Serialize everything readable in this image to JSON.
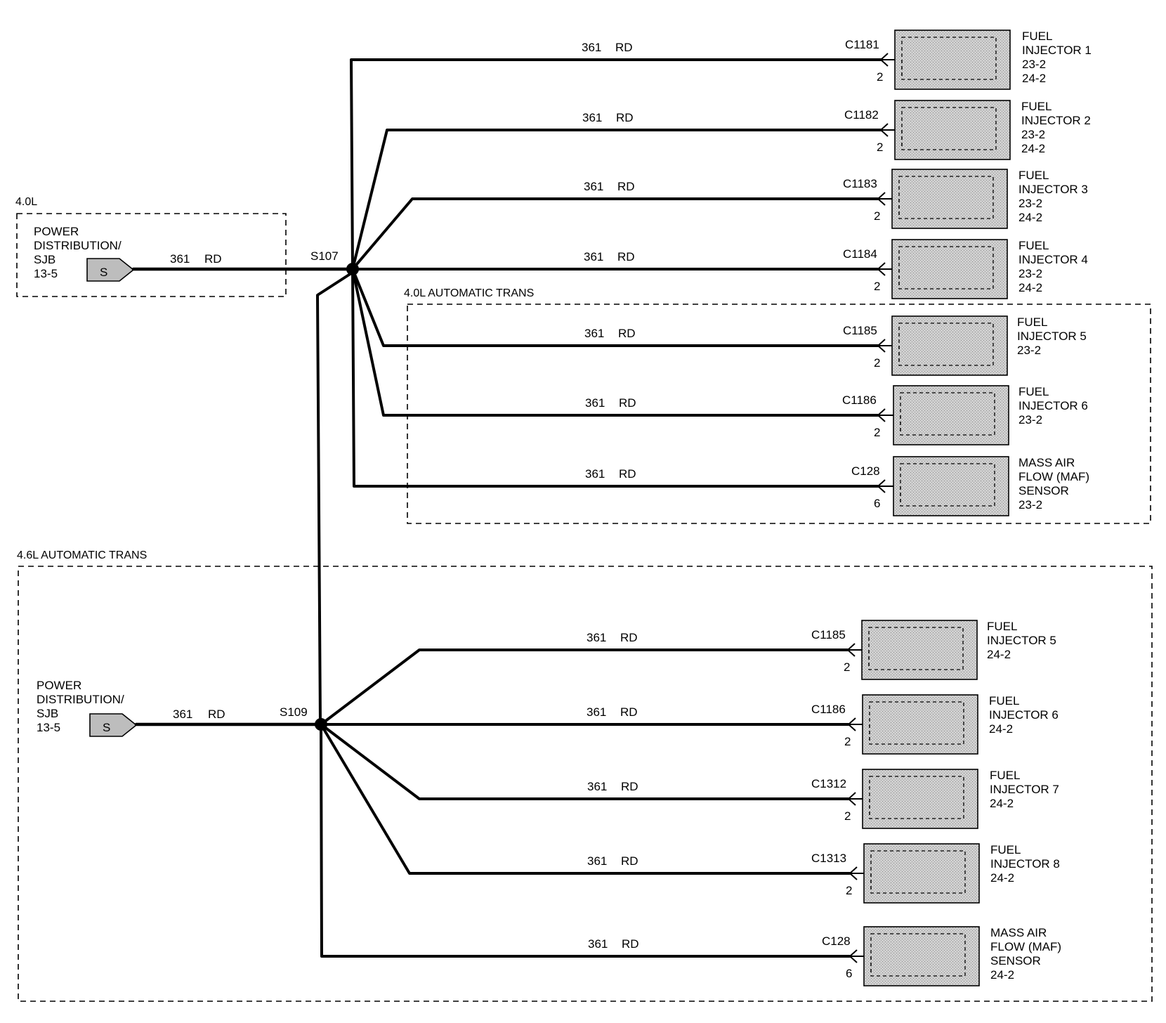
{
  "zones": {
    "zone_40l": "4.0L",
    "zone_40l_auto": "4.0L AUTOMATIC TRANS",
    "zone_46l_auto": "4.6L AUTOMATIC TRANS"
  },
  "sources": [
    {
      "lines": [
        "POWER",
        "DISTRIBUTION/",
        "SJB",
        "13-5"
      ],
      "pin": "S",
      "circuit": "361",
      "color": "RD",
      "splice": "S107"
    },
    {
      "lines": [
        "POWER",
        "DISTRIBUTION/",
        "SJB",
        "13-5"
      ],
      "pin": "S",
      "circuit": "361",
      "color": "RD",
      "splice": "S109"
    }
  ],
  "branches_s107": [
    {
      "circuit": "361",
      "color": "RD",
      "connector": "C1181",
      "pin": "2",
      "lines": [
        "FUEL",
        "INJECTOR 1",
        "23-2",
        "24-2"
      ]
    },
    {
      "circuit": "361",
      "color": "RD",
      "connector": "C1182",
      "pin": "2",
      "lines": [
        "FUEL",
        "INJECTOR 2",
        "23-2",
        "24-2"
      ]
    },
    {
      "circuit": "361",
      "color": "RD",
      "connector": "C1183",
      "pin": "2",
      "lines": [
        "FUEL",
        "INJECTOR 3",
        "23-2",
        "24-2"
      ]
    },
    {
      "circuit": "361",
      "color": "RD",
      "connector": "C1184",
      "pin": "2",
      "lines": [
        "FUEL",
        "INJECTOR 4",
        "23-2",
        "24-2"
      ]
    },
    {
      "circuit": "361",
      "color": "RD",
      "connector": "C1185",
      "pin": "2",
      "lines": [
        "FUEL",
        "INJECTOR 5",
        "23-2"
      ]
    },
    {
      "circuit": "361",
      "color": "RD",
      "connector": "C1186",
      "pin": "2",
      "lines": [
        "FUEL",
        "INJECTOR 6",
        "23-2"
      ]
    },
    {
      "circuit": "361",
      "color": "RD",
      "connector": "C128",
      "pin": "6",
      "lines": [
        "MASS AIR",
        "FLOW (MAF)",
        "SENSOR",
        "23-2"
      ]
    }
  ],
  "branches_s109": [
    {
      "circuit": "361",
      "color": "RD",
      "connector": "C1185",
      "pin": "2",
      "lines": [
        "FUEL",
        "INJECTOR 5",
        "24-2"
      ]
    },
    {
      "circuit": "361",
      "color": "RD",
      "connector": "C1186",
      "pin": "2",
      "lines": [
        "FUEL",
        "INJECTOR 6",
        "24-2"
      ]
    },
    {
      "circuit": "361",
      "color": "RD",
      "connector": "C1312",
      "pin": "2",
      "lines": [
        "FUEL",
        "INJECTOR 7",
        "24-2"
      ]
    },
    {
      "circuit": "361",
      "color": "RD",
      "connector": "C1313",
      "pin": "2",
      "lines": [
        "FUEL",
        "INJECTOR 8",
        "24-2"
      ]
    },
    {
      "circuit": "361",
      "color": "RD",
      "connector": "C128",
      "pin": "6",
      "lines": [
        "MASS AIR",
        "FLOW (MAF)",
        "SENSOR",
        "24-2"
      ]
    }
  ],
  "colors": {
    "wire": "#000000",
    "component_fill": "#c8c8c8",
    "terminal_fill": "#bdbdbd"
  }
}
